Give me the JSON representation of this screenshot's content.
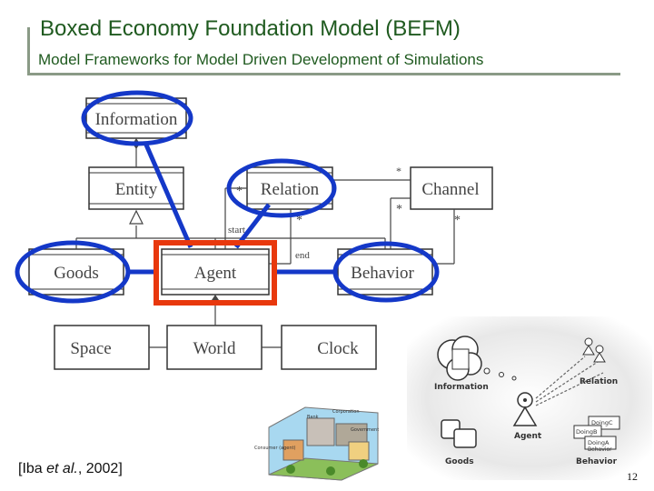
{
  "slide": {
    "title": "Boxed Economy Foundation Model (BEFM)",
    "subtitle": "Model Frameworks for Model Driven Development of Simulations",
    "citation_prefix": "[Iba ",
    "citation_italic": "et al.",
    "citation_suffix": ", 2002]",
    "page_number": "12"
  },
  "diagram": {
    "classes": {
      "information": "Information",
      "entity": "Entity",
      "relation": "Relation",
      "channel": "Channel",
      "goods": "Goods",
      "agent": "Agent",
      "behavior": "Behavior",
      "space": "Space",
      "world": "World",
      "clock": "Clock"
    },
    "association_labels": {
      "start": "start",
      "end": "end",
      "mult_relation_left": "*",
      "mult_channel_top": "*",
      "mult_channel_left": "*",
      "mult_channel_bottom": "*",
      "mult_agent_end": "*"
    },
    "highlight_colors": {
      "blue": "#1438c8",
      "red": "#e8380d"
    }
  },
  "illustration": {
    "labels": {
      "information": "Information",
      "relation": "Relation",
      "agent": "Agent",
      "goods": "Goods",
      "behavior": "Behavior",
      "doing_a": "DoingA",
      "doing_b": "DoingB",
      "doing_c": "DoingC",
      "behavior_tag": "Behavior"
    },
    "town_labels": {
      "corporation": "Corporation",
      "bank": "Bank",
      "government": "Government",
      "consumer": "Consumer (agent)"
    }
  }
}
